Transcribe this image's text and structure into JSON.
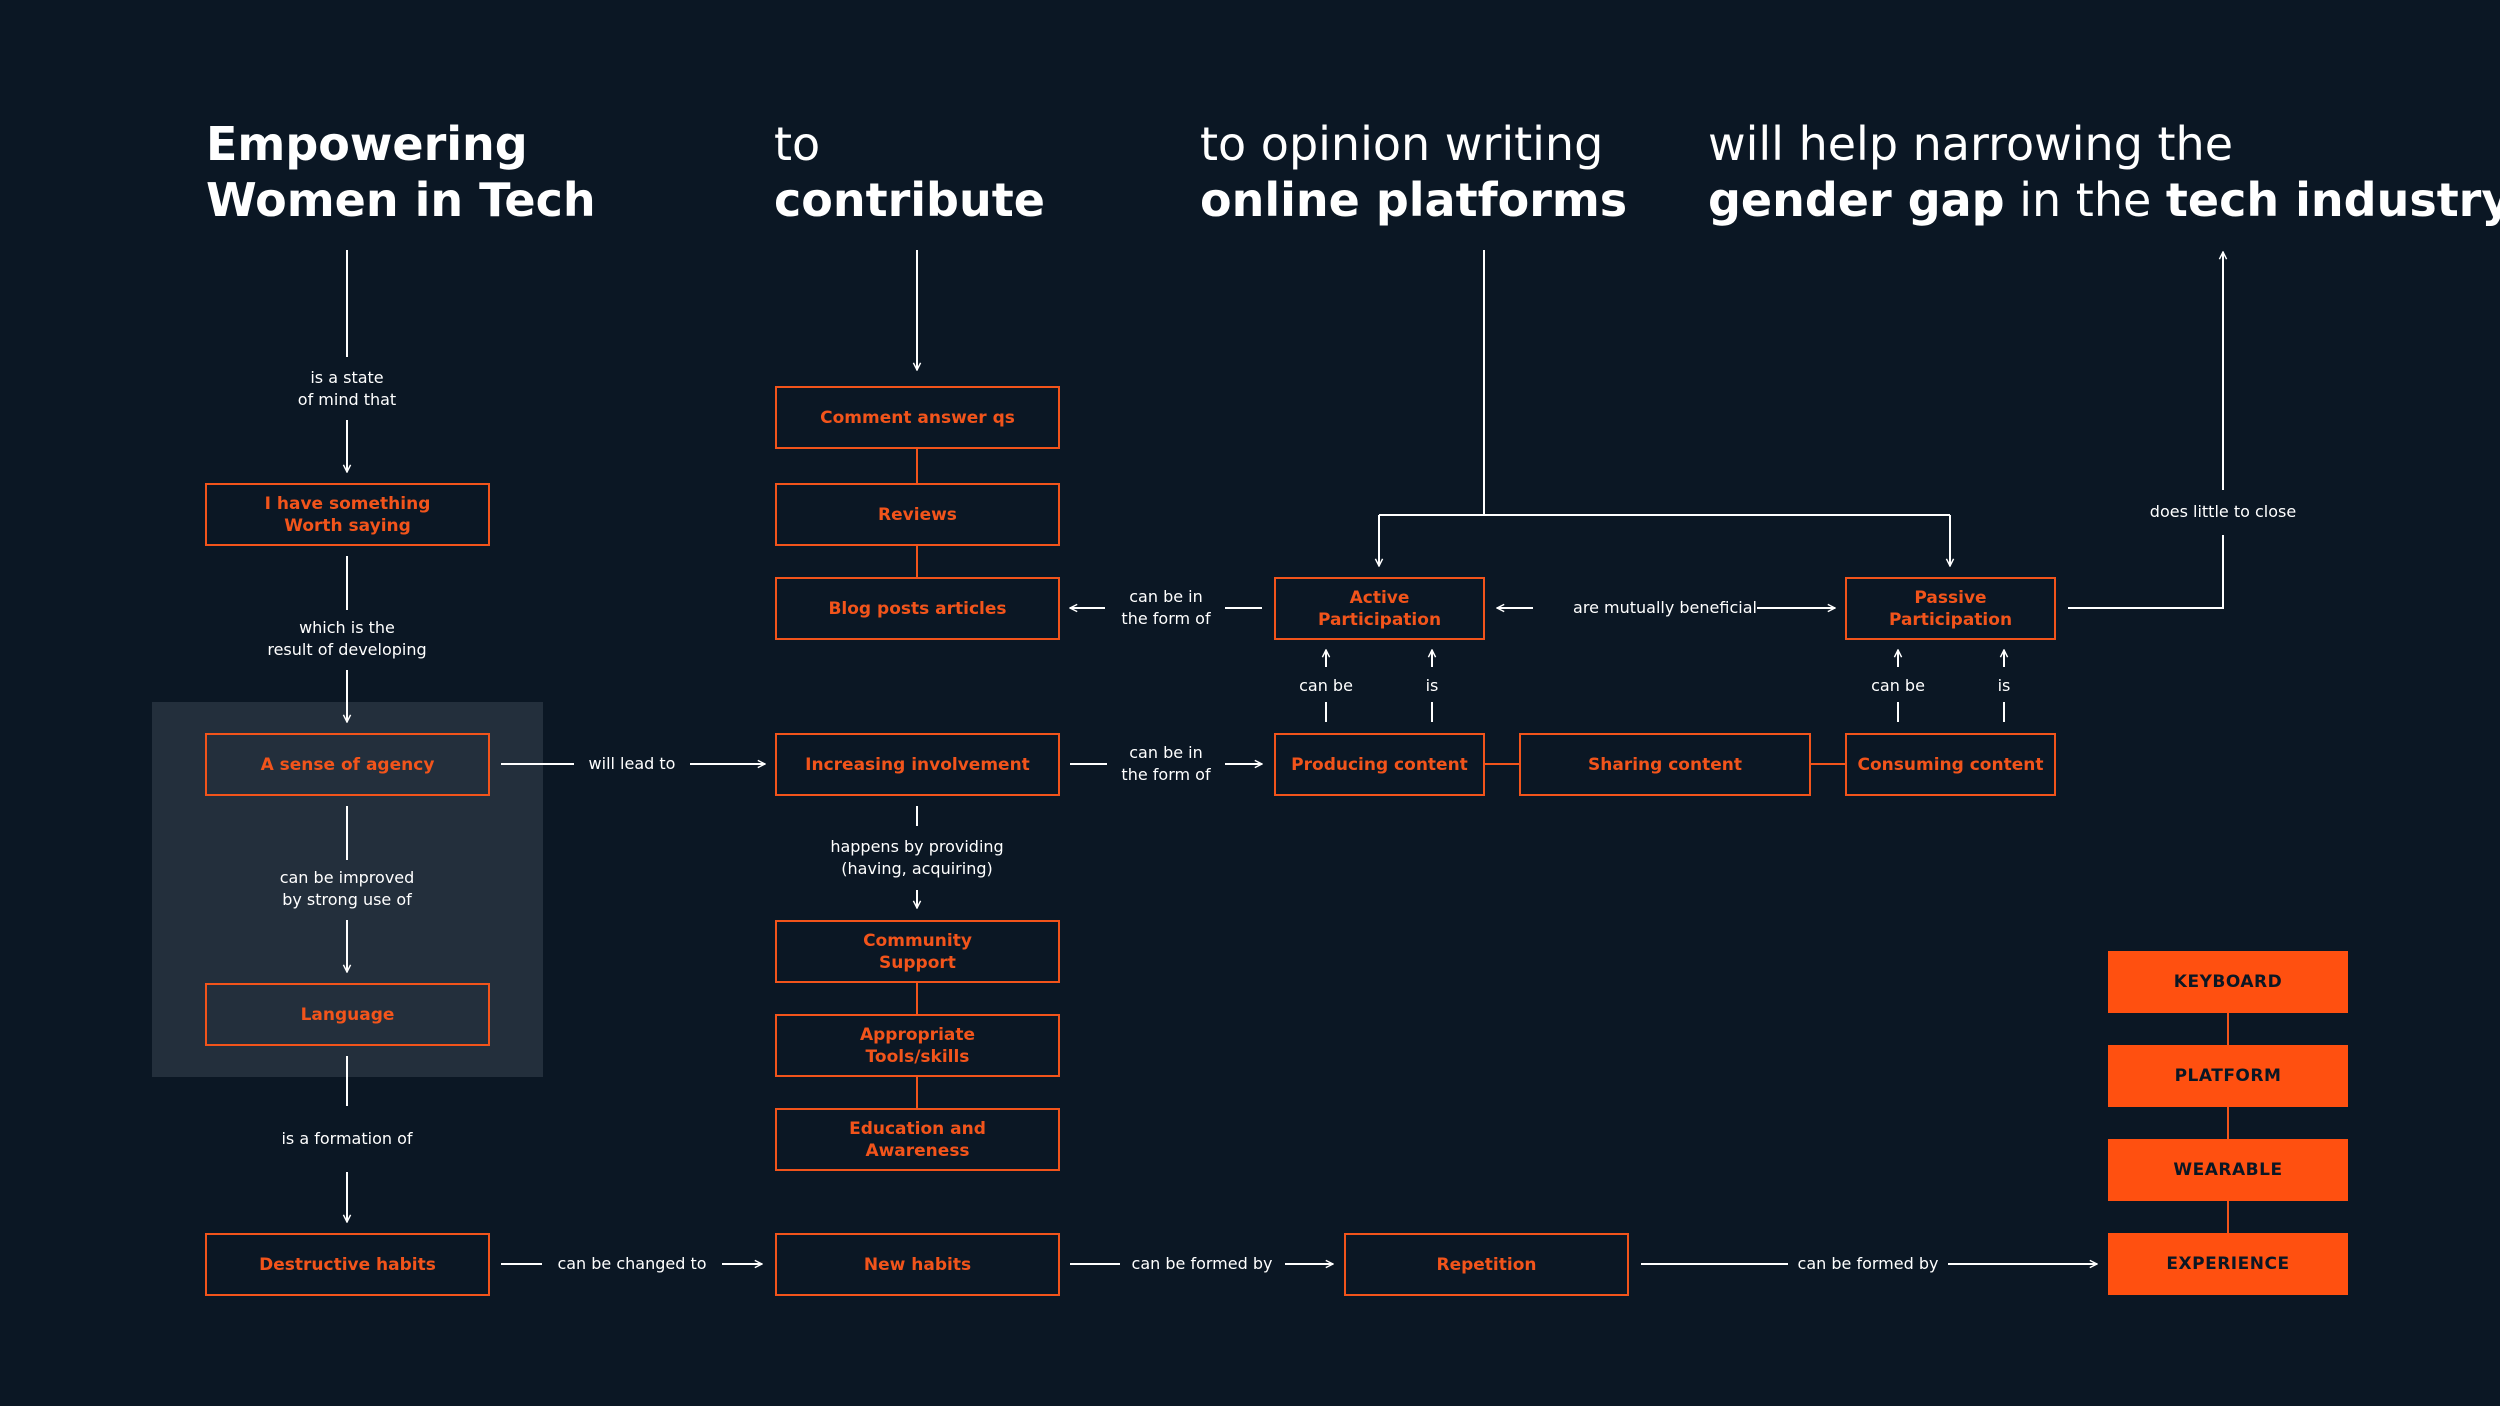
{
  "headings": {
    "h1": {
      "line1": "Empowering",
      "line2": "Women in Tech"
    },
    "h2": {
      "line1": "to",
      "line2": "contribute"
    },
    "h3": {
      "line1": "to opinion writing",
      "line2": "online platforms"
    },
    "h4": {
      "line1": "will help narrowing the",
      "line2_a": "gender gap",
      "line2_b": " in the ",
      "line2_c": "tech industry"
    }
  },
  "nodes": {
    "something_worth": "I have something\nWorth saying",
    "sense_agency": "A sense of agency",
    "language": "Language",
    "destructive": "Destructive habits",
    "comment": "Comment answer qs",
    "reviews": "Reviews",
    "blog": "Blog posts articles",
    "involvement": "Increasing involvement",
    "community": "Community\nSupport",
    "tools": "Appropriate\nTools/skills",
    "education": "Education and\nAwareness",
    "new_habits": "New habits",
    "repetition": "Repetition",
    "active": "Active\nParticipation",
    "passive": "Passive\nParticipation",
    "producing": "Producing content",
    "sharing": "Sharing  content",
    "consuming": "Consuming content"
  },
  "stack": [
    "KEYBOARD",
    "PLATFORM",
    "WEARABLE",
    "EXPERIENCE"
  ],
  "labels": {
    "state_of_mind": "is a state\nof mind that",
    "result_of": "which is the\nresult of  developing",
    "improved": "can be improved\nby strong use of",
    "formation": "is a formation of",
    "will_lead": "will lead to",
    "changed_to": "can be changed to",
    "form_of_1": "can be in\nthe form of",
    "form_of_2": "can be in\nthe form of",
    "happens": "happens by providing\n(having, acquiring)",
    "formed_by_1": "can be formed by",
    "formed_by_2": "can be formed by",
    "mutually": "are mutually beneficial",
    "can_be_1": "can be",
    "is_1": "is",
    "can_be_2": "can be",
    "is_2": "is",
    "little_close": "does little to close"
  }
}
